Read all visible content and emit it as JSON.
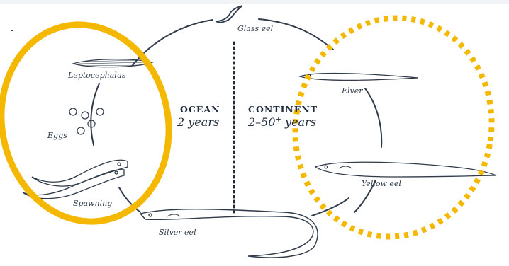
{
  "stages": {
    "glass_eel": "Glass eel",
    "leptocephalus": "Leptocephalus",
    "eggs": "Eggs",
    "spawning": "Spawning",
    "silver_eel": "Silver eel",
    "elver": "Elver",
    "yellow_eel": "Yellow eel"
  },
  "ocean": {
    "heading": "OCEAN",
    "duration": "2 years"
  },
  "continent": {
    "heading": "CONTINENT",
    "duration_prefix": "2–50",
    "duration_sup": "+",
    "duration_suffix": " years"
  },
  "colors": {
    "highlight": "#f5b800",
    "line": "#2f3a4a",
    "text": "#1f2b3b"
  }
}
